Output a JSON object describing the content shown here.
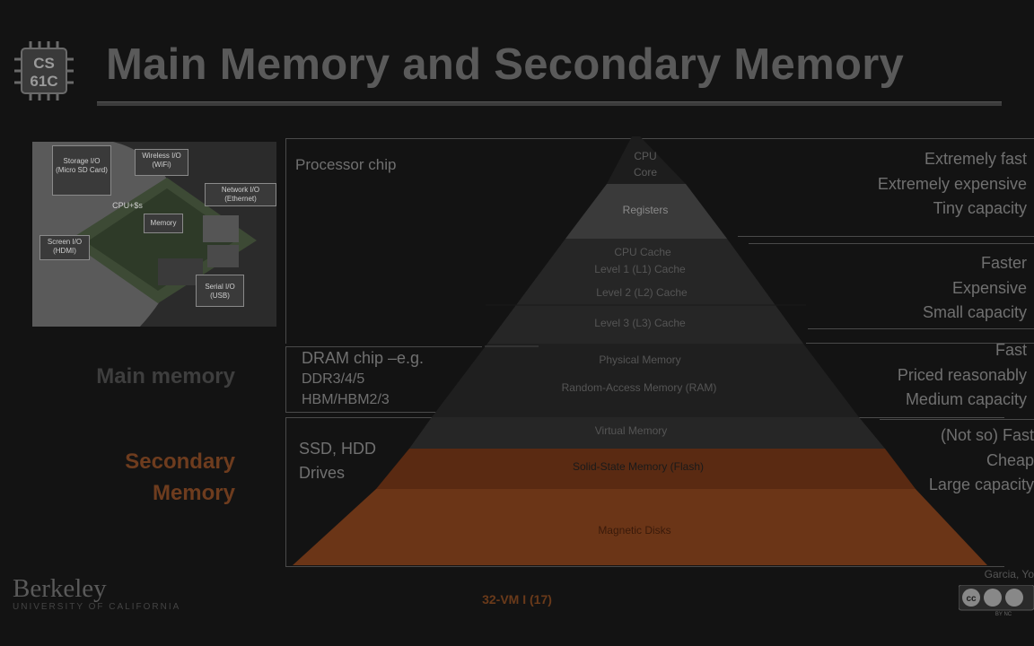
{
  "logo": {
    "line1": "CS",
    "line2": "61C"
  },
  "title": "Main Memory and Secondary Memory",
  "photo": {
    "labels": [
      "Storage I/O (Micro SD Card)",
      "Wireless I/O (WiFi)",
      "Network I/O (Ethernet)",
      "CPU+$s",
      "Memory",
      "Screen I/O (HDMI)",
      "Serial I/O (USB)"
    ]
  },
  "left_boxes": {
    "processor": "Processor chip",
    "dram_line1": "DRAM chip –e.g.",
    "dram_line2": "DDR3/4/5",
    "dram_line3": "HBM/HBM2/3",
    "ssd_line1": "SSD, HDD",
    "ssd_line2": "Drives"
  },
  "side_labels": {
    "main": "Main memory",
    "secondary_line1": "Secondary",
    "secondary_line2": "Memory"
  },
  "pyramid": {
    "cpu_core_1": "CPU",
    "cpu_core_2": "Core",
    "registers": "Registers",
    "cpu_cache": "CPU Cache",
    "l1": "Level 1 (L1) Cache",
    "l2": "Level 2 (L2) Cache",
    "l3": "Level 3 (L3) Cache",
    "physical": "Physical Memory",
    "ram": "Random-Access Memory (RAM)",
    "virtual": "Virtual Memory",
    "ssd": "Solid-State Memory (Flash)",
    "disk": "Magnetic Disks"
  },
  "right_groups": [
    [
      "Extremely fast",
      "Extremely expensive",
      "Tiny capacity"
    ],
    [
      "Faster",
      "Expensive",
      "Small capacity"
    ],
    [
      "Fast",
      "Priced reasonably",
      "Medium capacity"
    ],
    [
      "(Not so) Fast",
      "Cheap",
      "Large capacity"
    ]
  ],
  "footer": {
    "page": "32-VM I (17)",
    "berkeley": "Berkeley",
    "berkeley_sub": "UNIVERSITY OF CALIFORNIA",
    "author": "Garcia, Yo",
    "cc": "BY NC"
  },
  "colors": {
    "background": "#131313",
    "secondary_accent": "#6e3c1e",
    "flash_band": "#5a2a12",
    "disk_band": "#6b3517"
  }
}
